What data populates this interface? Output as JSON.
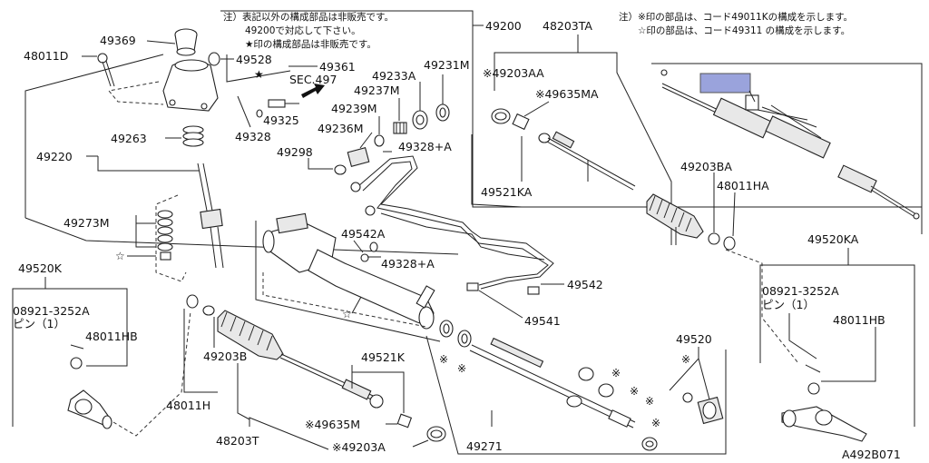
{
  "notes": {
    "top_left": [
      "注）表記以外の構成部品は非販売です。",
      "49200で対応して下さい。",
      "★印の構成部品は非販売です。"
    ],
    "top_right": [
      "注）※印の部品は、コード49011Kの構成を示します。",
      "☆印の部品は、コード49311 の構成を示します。"
    ]
  },
  "labels": {
    "p48011D": "48011D",
    "p49369": "49369",
    "p49528": "49528",
    "p49361": "49361",
    "sec497": "SEC.497",
    "p49325": "49325",
    "p49328": "49328",
    "p49263": "49263",
    "p49220": "49220",
    "p49273M": "49273M",
    "p49200": "49200",
    "p48203TA": "48203TA",
    "p49203AA": "※49203AA",
    "p49635MA": "※49635MA",
    "p49233A": "49233A",
    "p49231M": "49231M",
    "p49237M": "49237M",
    "p49239M": "49239M",
    "p49236M": "49236M",
    "p49298": "49298",
    "p49328A_top": "49328+A",
    "p49521KA": "49521KA",
    "p49203BA": "49203BA",
    "p48011HA": "48011HA",
    "p49520KA": "49520KA",
    "p08921_right": "08921-3252A",
    "pin_right": "ピン（1）",
    "p48011HB_right": "48011HB",
    "p49542A": "49542A",
    "p49328A_mid": "49328+A",
    "p49542": "49542",
    "p49541": "49541",
    "p49520K": "49520K",
    "p08921_left": "08921-3252A",
    "pin_left": "ピン（1）",
    "p48011HB_left": "48011HB",
    "p49203B": "49203B",
    "p48011H": "48011H",
    "p48203T": "48203T",
    "p49521K": "49521K",
    "p49635M": "※49635M",
    "p49203A": "※49203A",
    "p49271": "49271",
    "p49520": "49520",
    "diagram_code": "A492B071"
  },
  "symbols": {
    "star_filled": "★",
    "star_open": "☆",
    "asterisk": "※"
  },
  "colors": {
    "highlight_box": "#9aa3dc",
    "line": "#222222"
  }
}
